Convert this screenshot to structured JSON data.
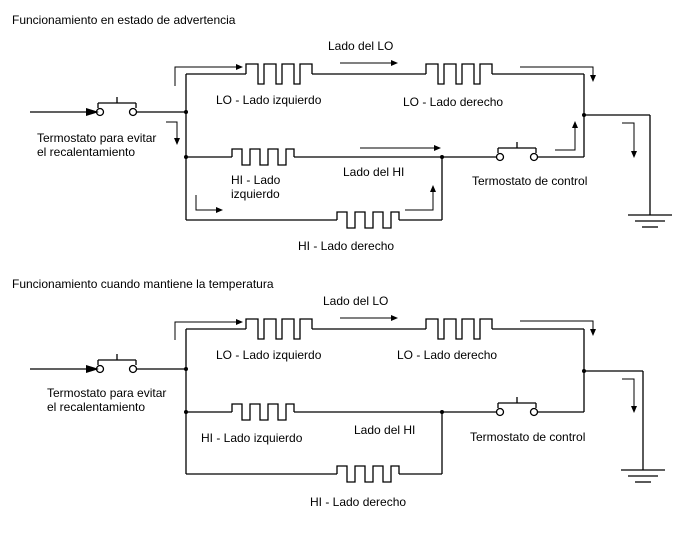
{
  "colors": {
    "line": "#000000",
    "background": "#ffffff"
  },
  "diagram_warning": {
    "title": "Funcionamiento en estado de advertencia",
    "lo_side": "Lado del LO",
    "lo_left": "LO - Lado izquierdo",
    "lo_right": "LO - Lado derecho",
    "hi_side": "Lado del HI",
    "hi_left_1": "HI - Lado",
    "hi_left_2": "izquierdo",
    "hi_right": "HI - Lado derecho",
    "overheat_1": "Termostato para evitar",
    "overheat_2": "el recalentamiento",
    "control": "Termostato de control"
  },
  "diagram_maintain": {
    "title": "Funcionamiento cuando mantiene la temperatura",
    "lo_side": "Lado del LO",
    "lo_left": "LO - Lado izquierdo",
    "lo_right": "LO - Lado derecho",
    "hi_side": "Lado del HI",
    "hi_left": "HI - Lado izquierdo",
    "hi_right": "HI - Lado derecho",
    "overheat_1": "Termostato para evitar",
    "overheat_2": "el recalentamiento",
    "control": "Termostato de control"
  }
}
